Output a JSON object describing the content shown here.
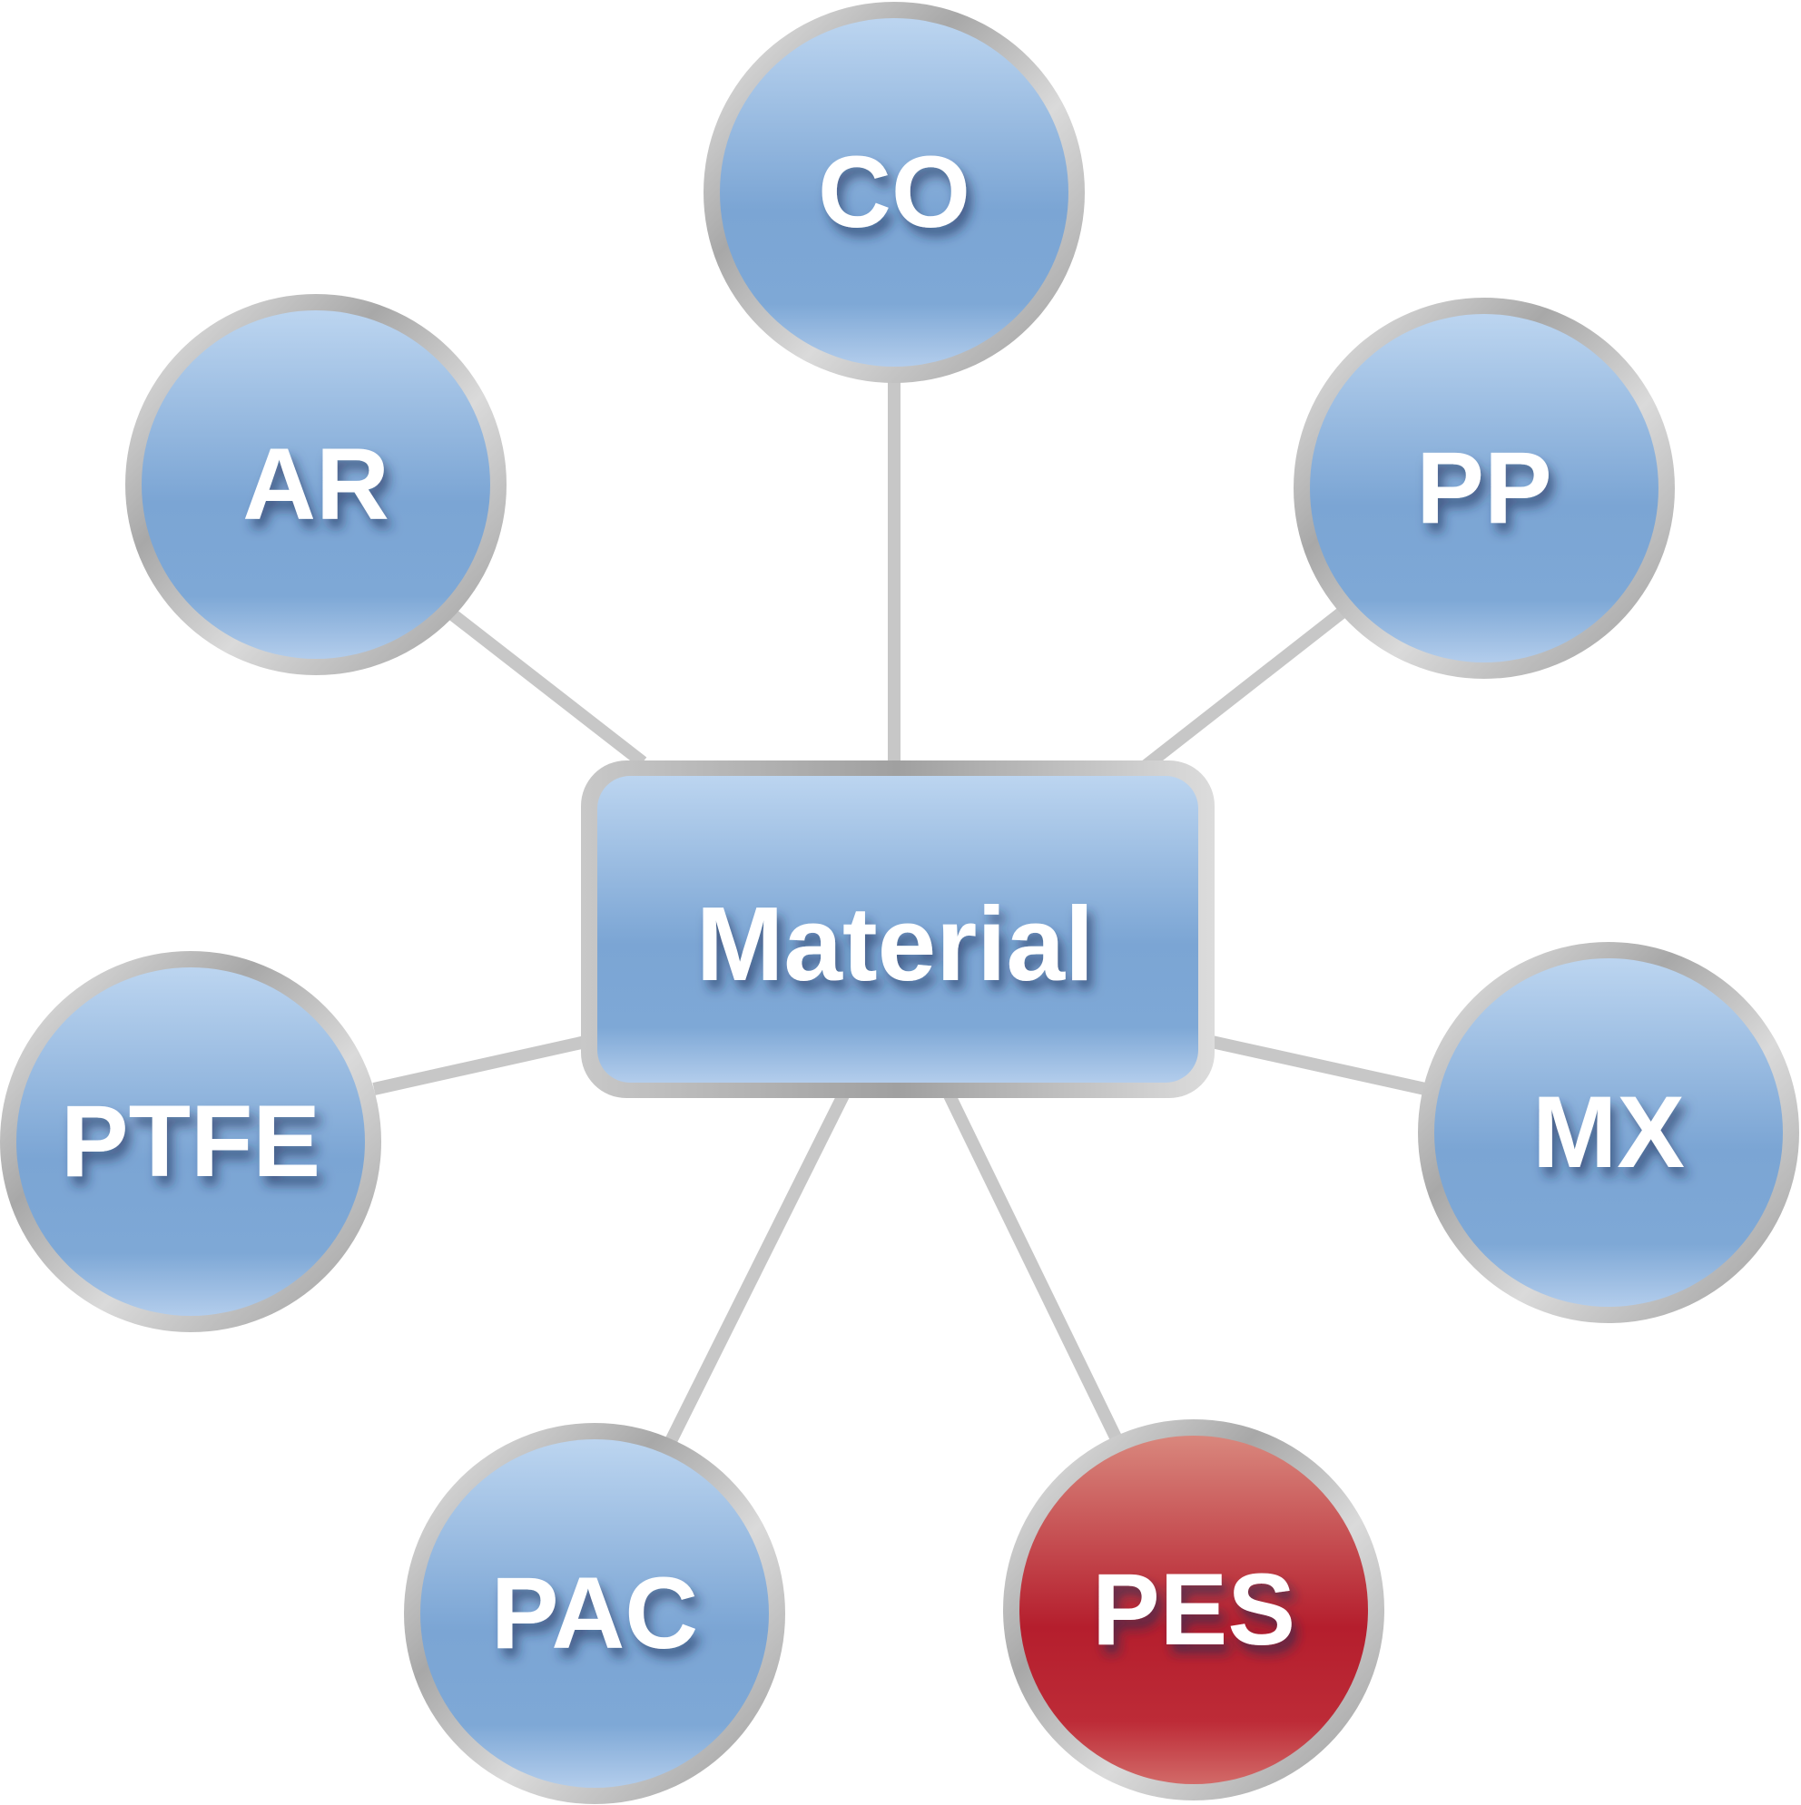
{
  "hub": {
    "label": "Material"
  },
  "nodes": [
    {
      "id": "co",
      "label": "CO",
      "style": "blue"
    },
    {
      "id": "ar",
      "label": "AR",
      "style": "blue"
    },
    {
      "id": "pp",
      "label": "PP",
      "style": "blue"
    },
    {
      "id": "ptfe",
      "label": "PTFE",
      "style": "blue"
    },
    {
      "id": "mx",
      "label": "MX",
      "style": "blue"
    },
    {
      "id": "pac",
      "label": "PAC",
      "style": "blue"
    },
    {
      "id": "pes",
      "label": "PES",
      "style": "red"
    }
  ],
  "colors": {
    "blue_top": "#bcd5f0",
    "blue_mid": "#7ba5d4",
    "blue_bottom": "#a5c3e6",
    "red_top": "#d9877d",
    "red_mid": "#b51e2d",
    "red_bottom": "#cd5b5e",
    "ring_light": "#e0e0e0",
    "ring_dark": "#9e9e9e",
    "connector": "#bdbdbd"
  }
}
